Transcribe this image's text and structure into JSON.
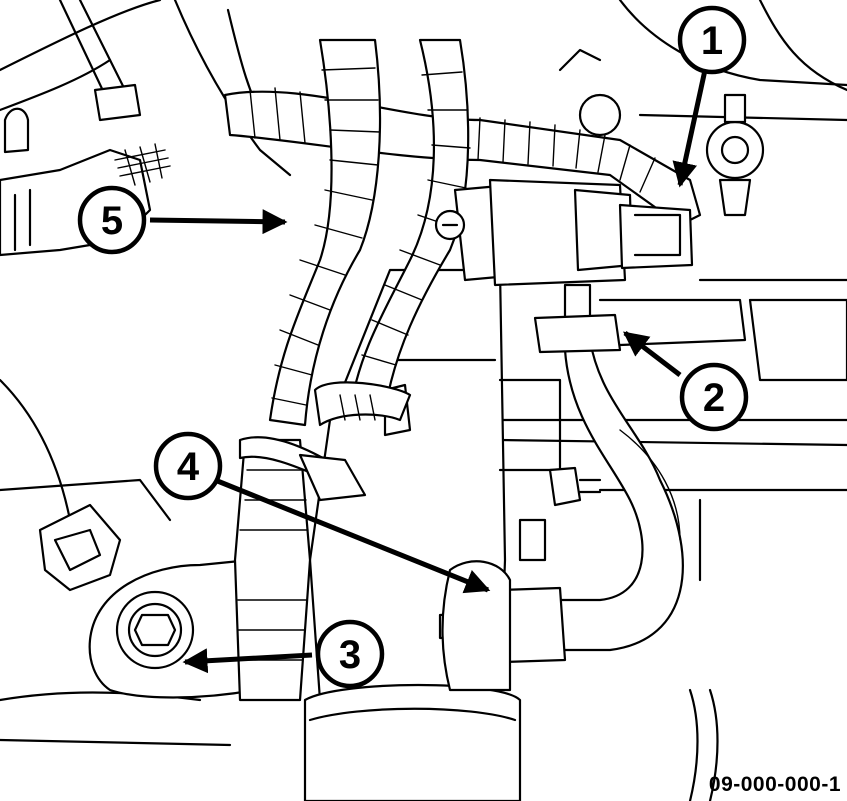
{
  "figure_id": "09-000-000-1",
  "callouts": [
    {
      "number": "1"
    },
    {
      "number": "2"
    },
    {
      "number": "3"
    },
    {
      "number": "4"
    },
    {
      "number": "5"
    }
  ],
  "colors": {
    "ink": "#000000",
    "paper": "#ffffff"
  }
}
